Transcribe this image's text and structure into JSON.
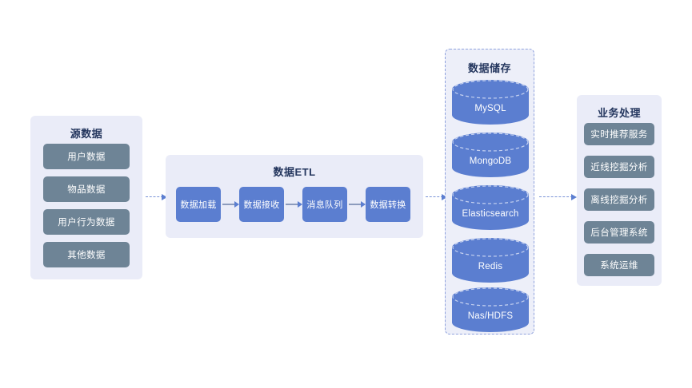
{
  "diagram": {
    "title_source": "源数据",
    "title_etl": "数据ETL",
    "title_storage": "数据储存",
    "title_business": "业务处理",
    "colors": {
      "panel_bg": "#eaecf8",
      "chip_slate": "#6e8496",
      "box_blue": "#5b7ed0",
      "title_navy": "#24365e",
      "connector": "#7a93d8"
    }
  },
  "source": {
    "title": "源数据",
    "items": [
      {
        "label": "用户数据"
      },
      {
        "label": "物品数据"
      },
      {
        "label": "用户行为数据"
      },
      {
        "label": "其他数据"
      }
    ]
  },
  "etl": {
    "title": "数据ETL",
    "steps": [
      {
        "label": "数据加载"
      },
      {
        "label": "数据接收"
      },
      {
        "label": "消息队列"
      },
      {
        "label": "数据转换"
      }
    ]
  },
  "storage": {
    "title": "数据储存",
    "items": [
      {
        "label": "MySQL"
      },
      {
        "label": "MongoDB"
      },
      {
        "label": "Elasticsearch"
      },
      {
        "label": "Redis"
      },
      {
        "label": "Nas/HDFS"
      }
    ]
  },
  "business": {
    "title": "业务处理",
    "items": [
      {
        "label": "实时推荐服务"
      },
      {
        "label": "近线挖掘分析"
      },
      {
        "label": "离线挖掘分析"
      },
      {
        "label": "后台管理系统"
      },
      {
        "label": "系统运维"
      }
    ]
  },
  "connectors": [
    {
      "name": "source-to-etl"
    },
    {
      "name": "etl-to-storage"
    },
    {
      "name": "storage-to-business"
    }
  ]
}
